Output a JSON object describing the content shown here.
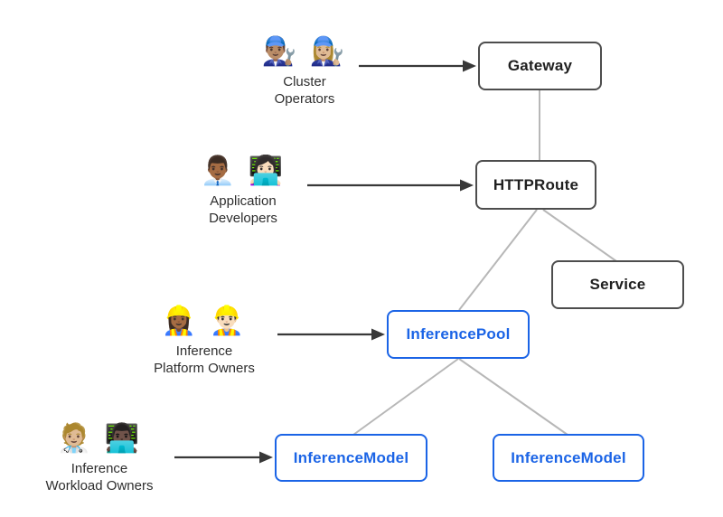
{
  "diagram": {
    "background_color": "#ffffff",
    "colors": {
      "standard_box_border": "#4d4d4d",
      "standard_box_text": "#1f1f1f",
      "inference_box_border": "#1b64e6",
      "inference_box_text": "#1b64e6",
      "connector_line": "#b7b7b7",
      "arrow_line": "#383838"
    },
    "personas": [
      {
        "name": "Cluster Operators",
        "line1": "Cluster",
        "line2": "Operators",
        "emoji": "👨🏽‍🔧 👩🏼‍🔧",
        "emoji_icons": "man-mechanic-icon woman-mechanic-icon"
      },
      {
        "name": "Application Developers",
        "line1": "Application",
        "line2": "Developers",
        "emoji": "👨🏾‍💼 👩🏻‍💻",
        "emoji_icons": "man-office-worker-icon woman-technologist-icon"
      },
      {
        "name": "Inference Platform Owners",
        "line1": "Inference",
        "line2": "Platform Owners",
        "emoji": "👷🏾‍♀️ 👷🏻‍♂️",
        "emoji_icons": "woman-construction-worker-icon man-construction-worker-icon"
      },
      {
        "name": "Inference Workload Owners",
        "line1": "Inference",
        "line2": "Workload Owners",
        "emoji": "🧑🏼‍⚕️ 👨🏿‍💻",
        "emoji_icons": "health-worker-icon man-technologist-icon"
      }
    ],
    "nodes": [
      {
        "id": "gateway",
        "label": "Gateway",
        "style": "standard"
      },
      {
        "id": "httproute",
        "label": "HTTPRoute",
        "style": "standard"
      },
      {
        "id": "service",
        "label": "Service",
        "style": "standard"
      },
      {
        "id": "inference-pool",
        "label": "InferencePool",
        "style": "inference"
      },
      {
        "id": "inference-model-left",
        "label": "InferenceModel",
        "style": "inference"
      },
      {
        "id": "inference-model-right",
        "label": "InferenceModel",
        "style": "inference"
      }
    ],
    "edges": [
      {
        "from": "gateway",
        "to": "httproute",
        "type": "line"
      },
      {
        "from": "httproute",
        "to": "service",
        "type": "line"
      },
      {
        "from": "httproute",
        "to": "inference-pool",
        "type": "line"
      },
      {
        "from": "inference-pool",
        "to": "inference-model-left",
        "type": "line"
      },
      {
        "from": "inference-pool",
        "to": "inference-model-right",
        "type": "line"
      },
      {
        "from": "cluster-operators",
        "to": "gateway",
        "type": "arrow"
      },
      {
        "from": "application-developers",
        "to": "httproute",
        "type": "arrow"
      },
      {
        "from": "inference-platform-owners",
        "to": "inference-pool",
        "type": "arrow"
      },
      {
        "from": "inference-workload-owners",
        "to": "inference-model-left",
        "type": "arrow"
      }
    ]
  }
}
